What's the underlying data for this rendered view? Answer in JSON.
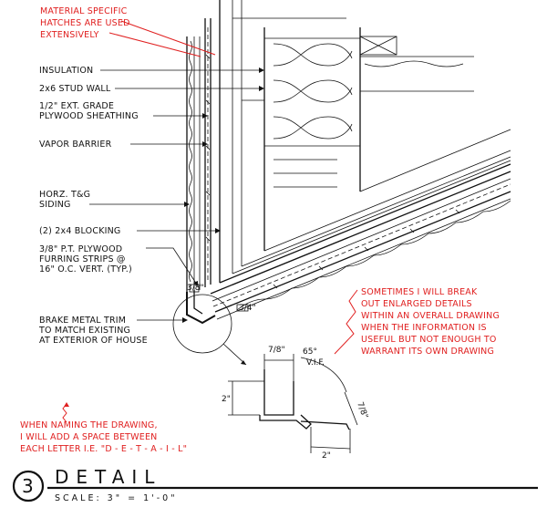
{
  "notes": {
    "hatches": [
      "MATERIAL SPECIFIC",
      "HATCHES ARE USED",
      "EXTENSIVELY"
    ],
    "enlarged": [
      "SOMETIMES I WILL BREAK",
      "OUT ENLARGED DETAILS",
      "WITHIN AN OVERALL DRAWING",
      "WHEN THE INFORMATION IS",
      "USEFUL BUT NOT ENOUGH TO",
      "WARRANT ITS OWN DRAWING"
    ],
    "naming": [
      "WHEN NAMING THE DRAWING,",
      "I WILL ADD A SPACE BETWEEN",
      "EACH LETTER I.E. \"D - E - T - A - I - L\""
    ]
  },
  "labels": {
    "insulation": "INSULATION",
    "stud_wall": "2x6 STUD WALL",
    "sheathing": [
      "1/2\" EXT. GRADE",
      "PLYWOOD SHEATHING"
    ],
    "vapor": "VAPOR BARRIER",
    "siding": [
      "HORZ. T&G",
      "SIDING"
    ],
    "blocking": "(2) 2x4 BLOCKING",
    "furring": [
      "3/8\" P.T. PLYWOOD",
      "FURRING STRIPS @",
      "16\" O.C. VERT. (TYP.)"
    ],
    "trim": [
      "BRAKE METAL TRIM",
      "TO MATCH EXISTING",
      "AT EXTERIOR OF HOUSE"
    ]
  },
  "dims": {
    "top": "7/8\"",
    "angle": "65°",
    "vif": "V.I.F.",
    "left": "2\"",
    "right": "7/8\"",
    "bottom": "2\"",
    "small_a": "3/8\"",
    "small_b": "3/4\""
  },
  "title": {
    "number": "3",
    "name": "DETAIL",
    "scale": "SCALE: 3\" = 1'-0\""
  }
}
